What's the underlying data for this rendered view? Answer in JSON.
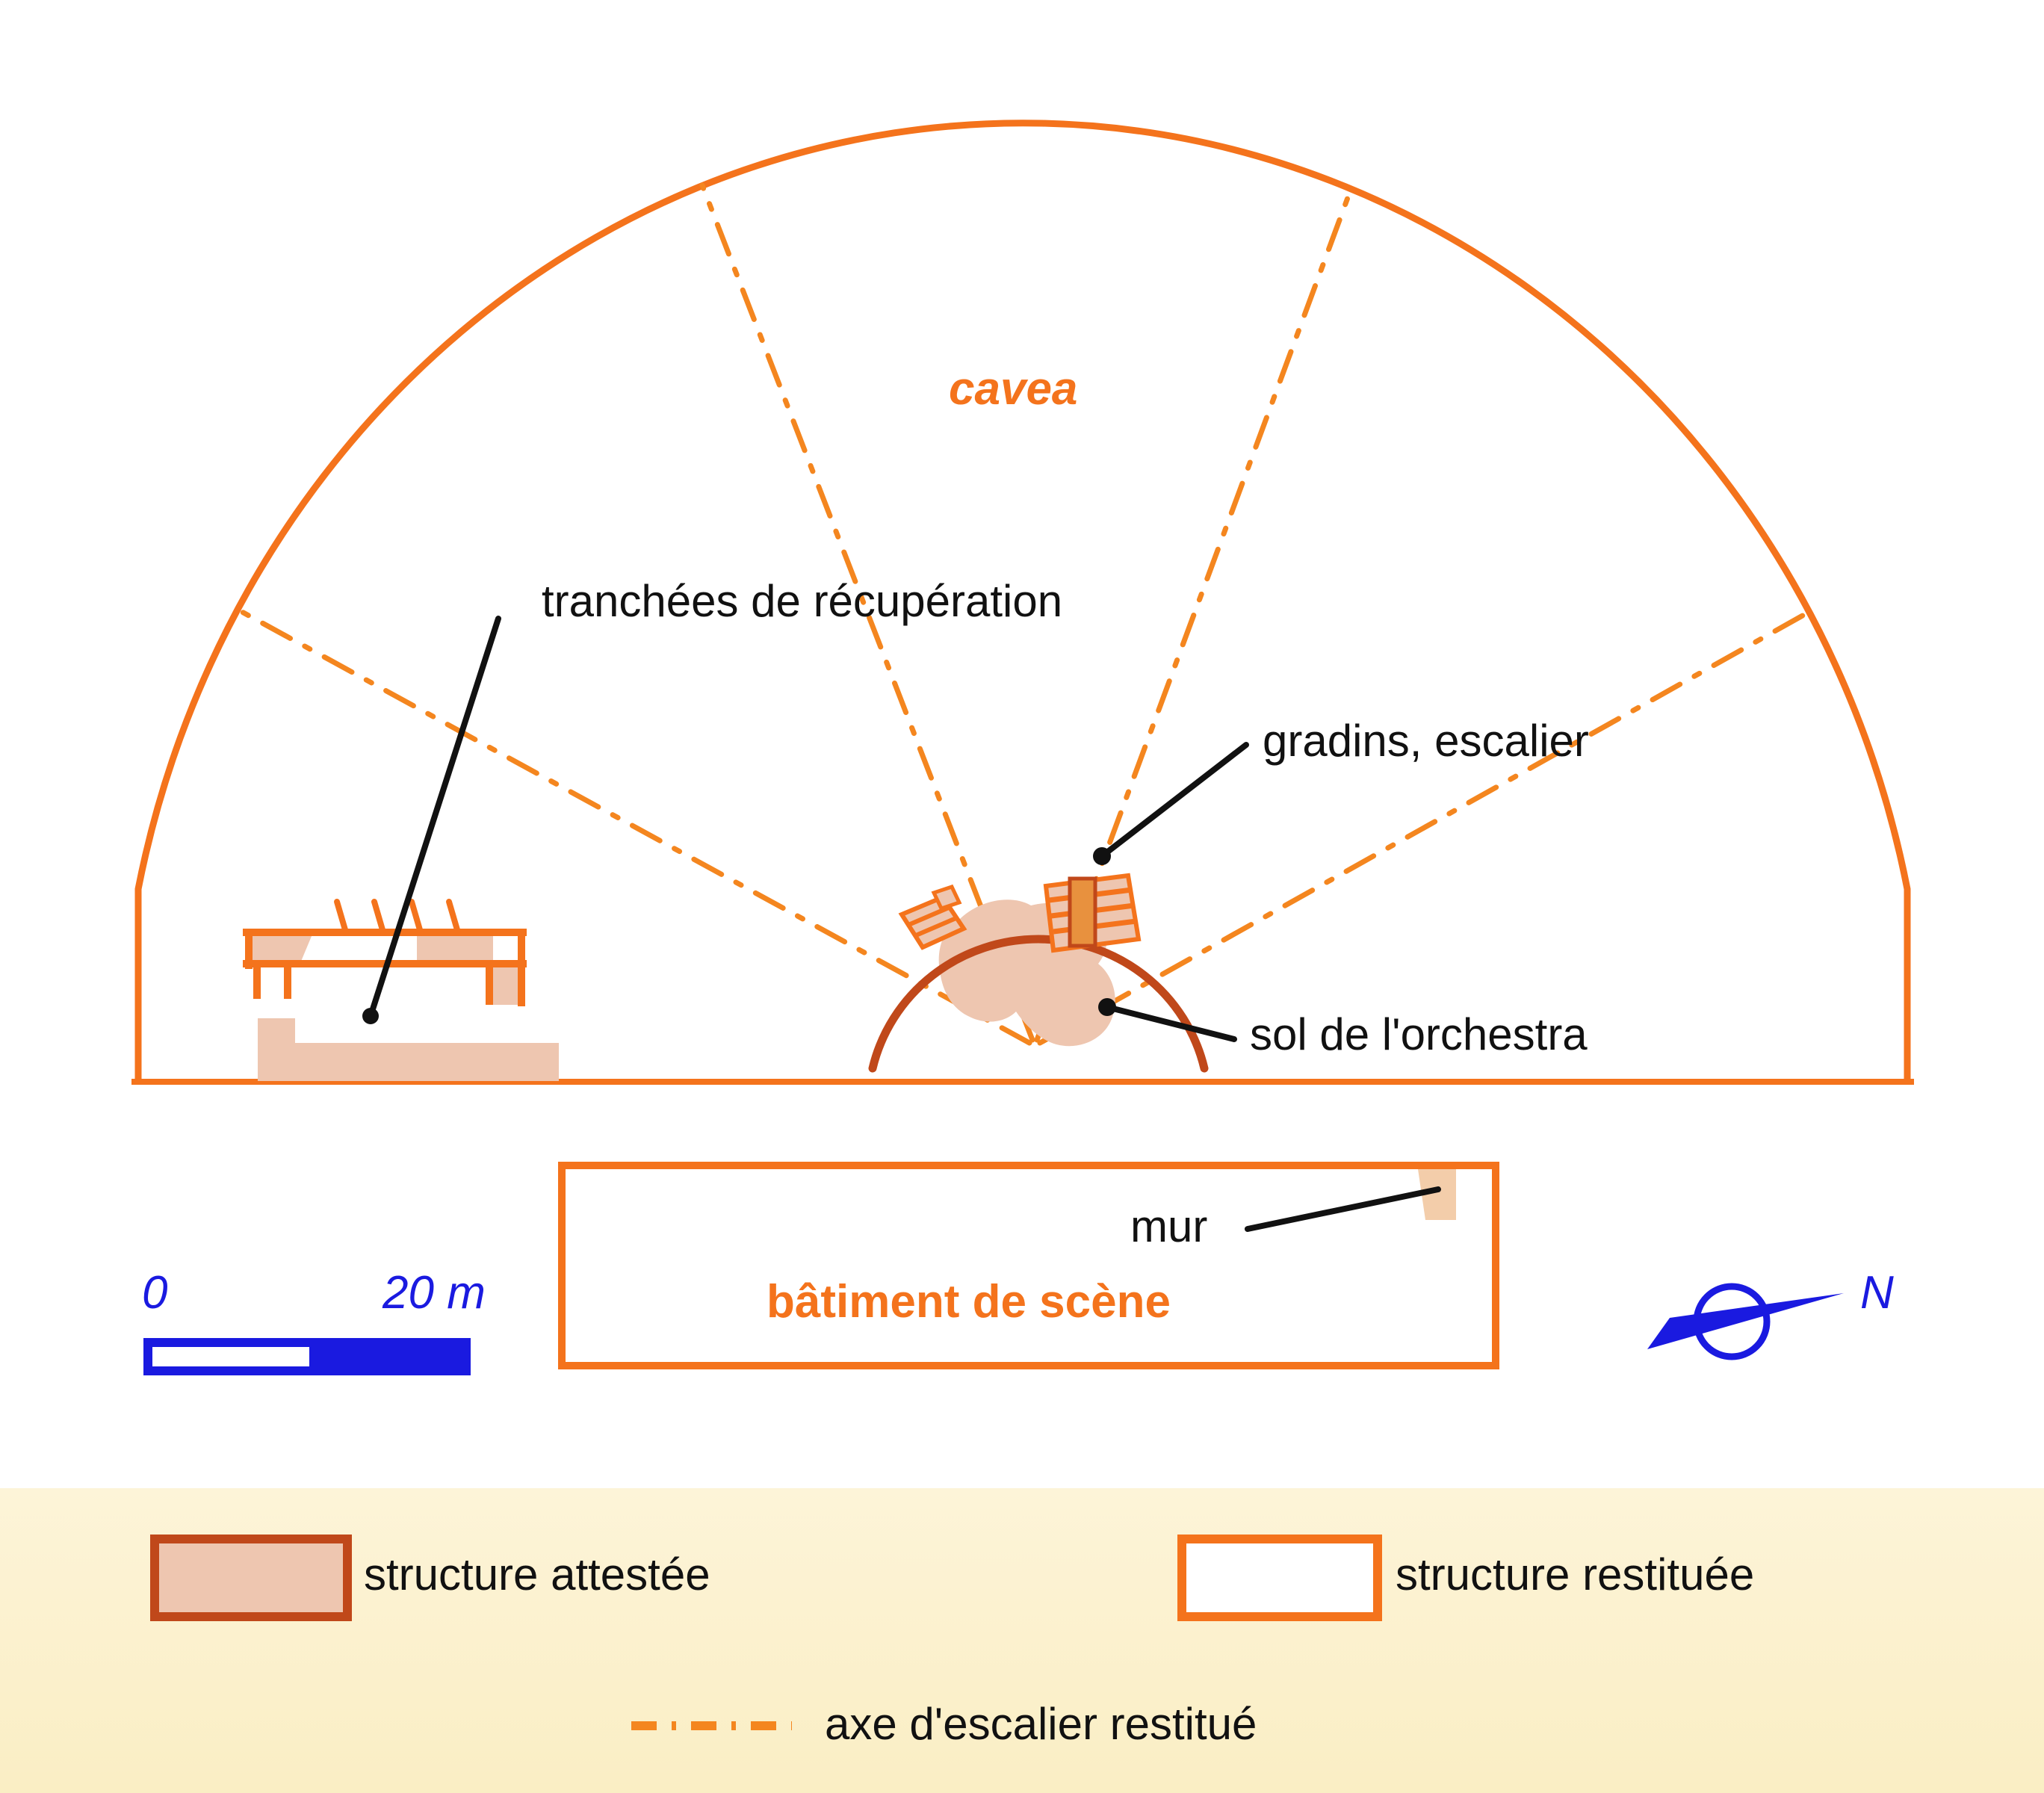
{
  "figure": {
    "kind": "archaeological-plan",
    "subject": "Roman theatre plan (cavea, orchestra, stage building)"
  },
  "plan_labels": {
    "cavea": "cavea",
    "tranchees": "tranchées de récupération",
    "gradins": "gradins, escalier",
    "sol_orchestra": "sol de l'orchestra",
    "mur": "mur",
    "batiment": "bâtiment de scène"
  },
  "scale_bar": {
    "start_label": "0",
    "end_label": "20 m",
    "color": "#1a1ae0"
  },
  "north_arrow": {
    "label": "N",
    "color": "#1a1ae0"
  },
  "legend": {
    "items": [
      {
        "label": "structure attestée",
        "swatch": "filled",
        "fill": "#eec6b0",
        "stroke": "#c0481a"
      },
      {
        "label": "structure restituée",
        "swatch": "outline",
        "fill": "#ffffff",
        "stroke": "#f4731c"
      },
      {
        "label": "axe d'escalier restitué",
        "swatch": "dashdot",
        "fill": "none",
        "stroke": "#f4861f"
      }
    ],
    "background_top": "#fdf4d8",
    "background_bottom": "#faeec4"
  },
  "colors": {
    "cavea_stroke": "#f4731c",
    "orchestra_stroke": "#c0481a",
    "structure_fill": "#eec6b0",
    "axis_dashdot": "#f4861f",
    "leader_line": "#111111",
    "blue": "#1a1ae0"
  }
}
